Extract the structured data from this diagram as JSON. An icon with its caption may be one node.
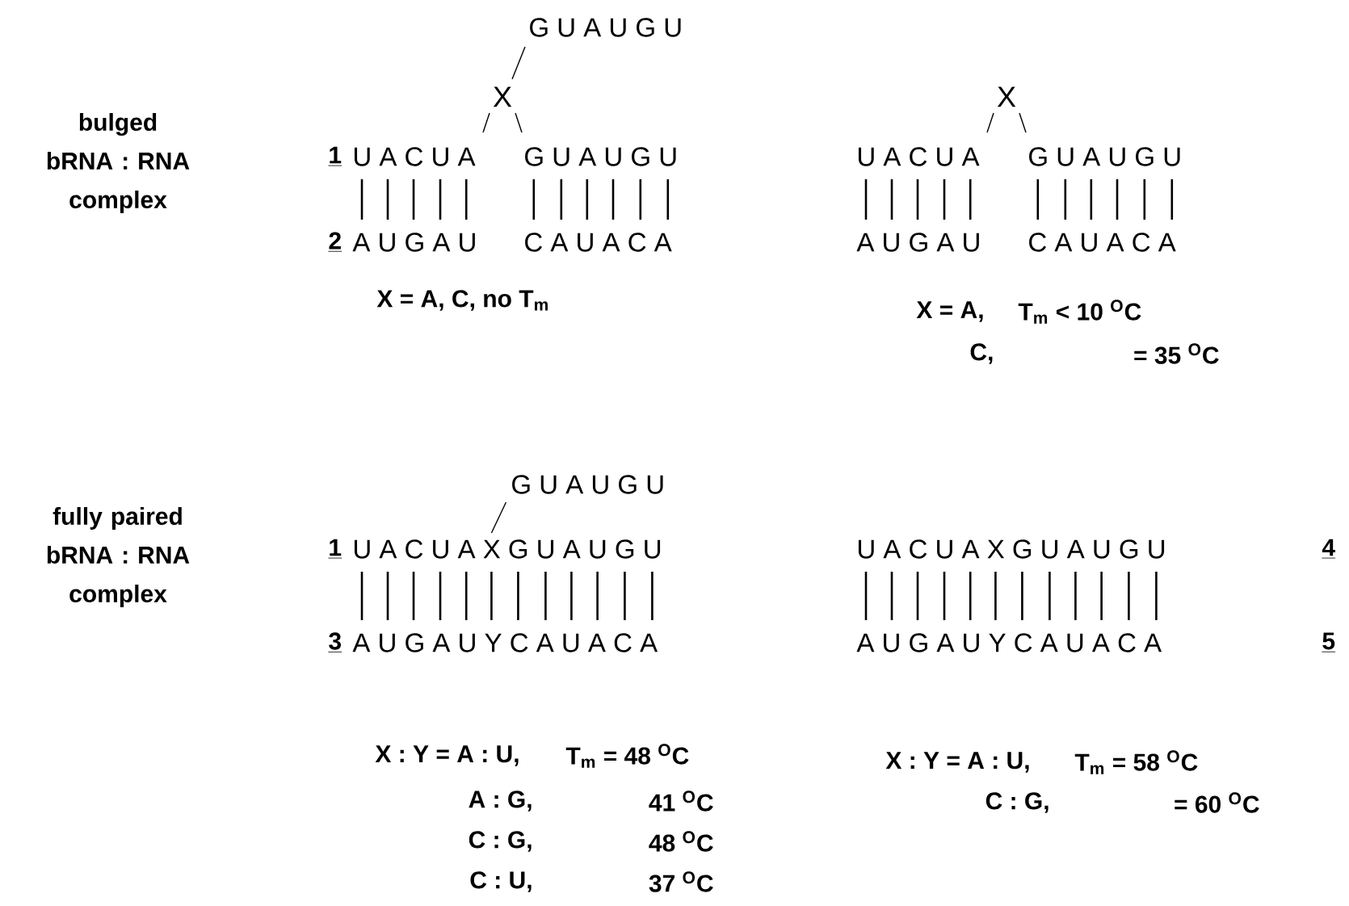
{
  "diagram": {
    "labels": [
      "G U A U G U",
      "bulged bRNA : RNA complex",
      "X",
      "X",
      "1",
      "U A C U A",
      "G U A U G U",
      "U A C U A",
      "G U A U G U",
      "2",
      "A U G A U",
      "C A U A C A",
      "A U G A U",
      "C A U A C A",
      "X = A, C, no T$_{m}$",
      "X = A,",
      "T$_{m}$ < 10 $^{O}$C",
      "C,",
      "= 35 $^{O}$C",
      "G U A U G U",
      "fully paired bRNA : RNA complex",
      "1",
      "U A C U A X G U A U G U",
      "U A C U A X G U A U G U",
      "4",
      "3",
      "A U G A U Y C A U A C A",
      "A U G A U Y C A U A C A",
      "5",
      "X : Y = A : U,",
      "T$_{m}$ = 48 $^{O}$C",
      "X : Y = A : U,",
      "T$_{m}$ = 58 $^{O}$C",
      "A : G,",
      "41 $^{O}$C",
      "C : G,",
      "= 60 $^{O}$C",
      "C : G,",
      "48 $^{O}$C",
      "C : U,",
      "37 $^{O}$C"
    ]
  }
}
